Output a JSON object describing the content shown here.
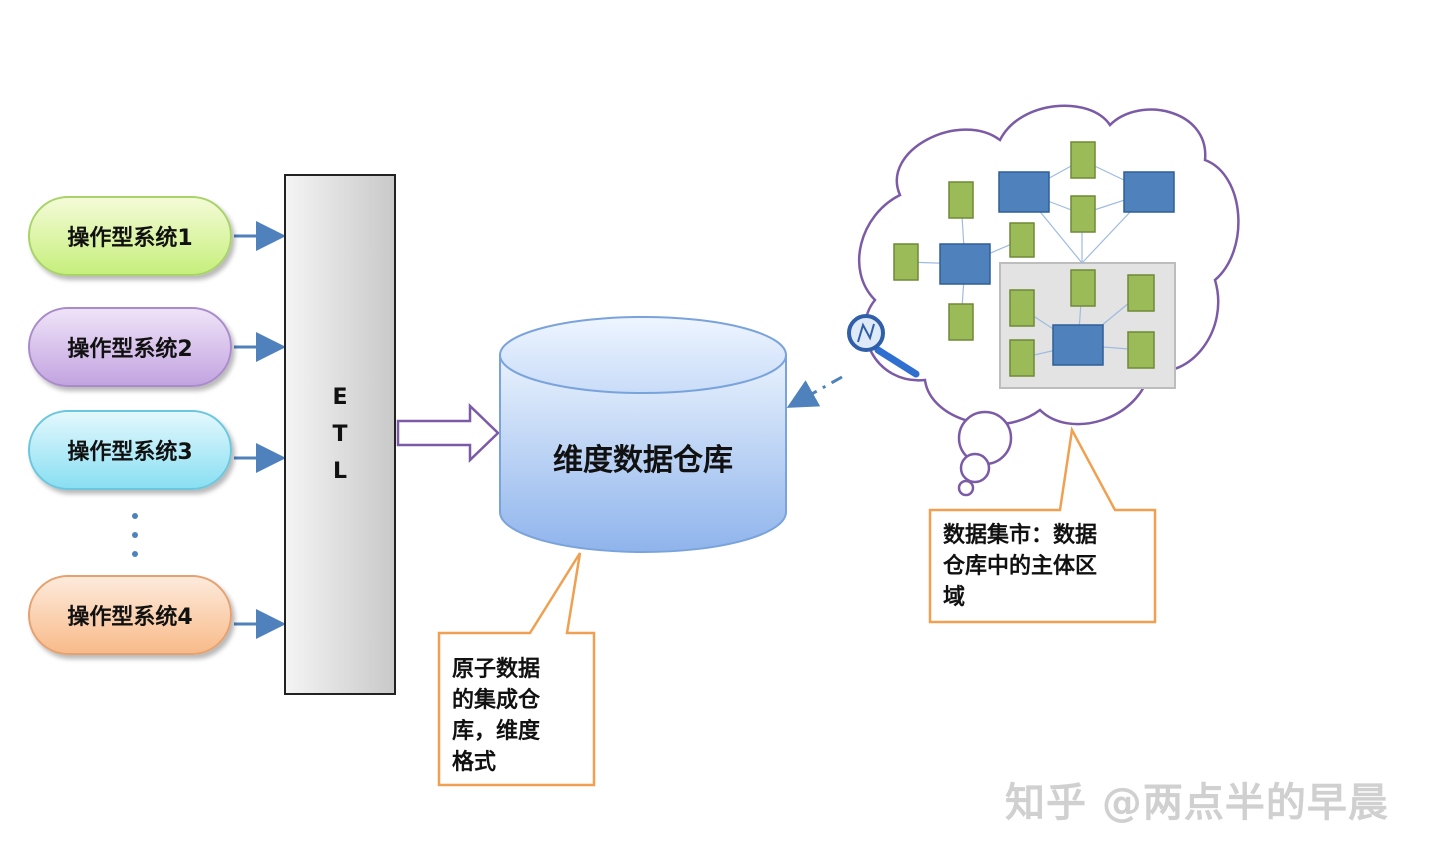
{
  "sources": [
    {
      "label": "操作型系统1"
    },
    {
      "label": "操作型系统2"
    },
    {
      "label": "操作型系统3"
    },
    {
      "label": "操作型系统4"
    }
  ],
  "etl": {
    "letters": [
      "E",
      "T",
      "L"
    ]
  },
  "warehouse": {
    "label": "维度数据仓库"
  },
  "callouts": {
    "warehouse_note": "原子数据\n的集成仓\n库，维度\n格式",
    "datamart_note": "数据集市：数据\n仓库中的主体区\n域"
  },
  "watermark": {
    "text": "知乎 @两点半的早晨"
  },
  "colors": {
    "arrow": "#4f81bd",
    "callout_border": "#f0a050",
    "cloud_border": "#7b5aa6",
    "node_blue": "#4f81bd",
    "node_green": "#9bbb59"
  }
}
